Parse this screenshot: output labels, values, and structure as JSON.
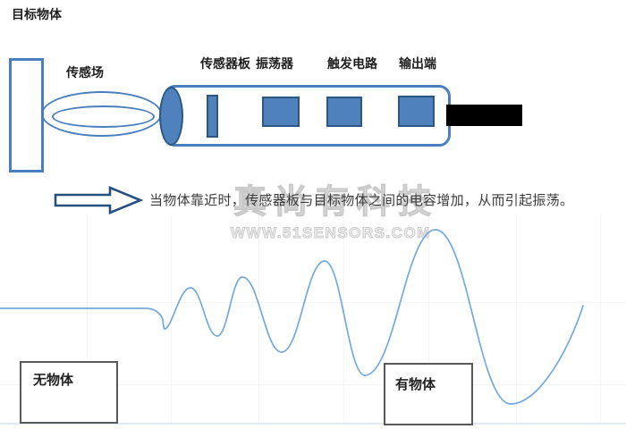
{
  "colors": {
    "shape_outline": "#4a7ebd",
    "shape_fill": "#4f81bd",
    "shape_fill_border": "#2c5783",
    "arrow_outline": "#24507e",
    "waveform_stroke": "#74a9dc",
    "cable_black": "#000000",
    "label_box_border": "#595959",
    "watermark_gray": "#c9c9c9"
  },
  "diagram": {
    "target_object_label": "目标物体",
    "sensor_field_label": "传感场",
    "component_labels": [
      {
        "id": "sensor-board",
        "label": "传感器板"
      },
      {
        "id": "oscillator",
        "label": "振荡器"
      },
      {
        "id": "trigger-circuit",
        "label": "触发电路"
      },
      {
        "id": "output-terminal",
        "label": "输出端"
      }
    ],
    "caption": "当物体靠近时，传感器板与目标物体之间的电容增加，从而引起振荡。"
  },
  "watermark": {
    "brand": "真尚有科技",
    "site": "WWW.51SENSORS.COM"
  },
  "regions": {
    "no_object": "无物体",
    "with_object": "有物体"
  },
  "chart_data": {
    "type": "line",
    "title": "",
    "xlabel": "",
    "ylabel": "",
    "legend": [],
    "annotations": [
      "无物体",
      "有物体"
    ],
    "description": "Oscillator output: flat line while no object present, then oscillation of growing amplitude once the object approaches.",
    "series": [
      {
        "name": "oscillator-output",
        "x": [
          0,
          163,
          184,
          213,
          243,
          271,
          315,
          363,
          408,
          487,
          571,
          652
        ],
        "y": [
          345,
          345,
          368,
          322,
          376,
          310,
          394,
          292,
          420,
          257,
          452,
          342
        ]
      }
    ]
  },
  "waveform": {
    "start": [
      0,
      345
    ],
    "flat_end_x": 163,
    "dip": [
      184,
      368
    ],
    "extrema": [
      [
        213,
        322
      ],
      [
        243,
        376
      ],
      [
        271,
        310
      ],
      [
        315,
        394
      ],
      [
        363,
        292
      ],
      [
        408,
        420
      ],
      [
        487,
        257
      ],
      [
        571,
        452
      ]
    ],
    "end": [
      652,
      342
    ]
  }
}
